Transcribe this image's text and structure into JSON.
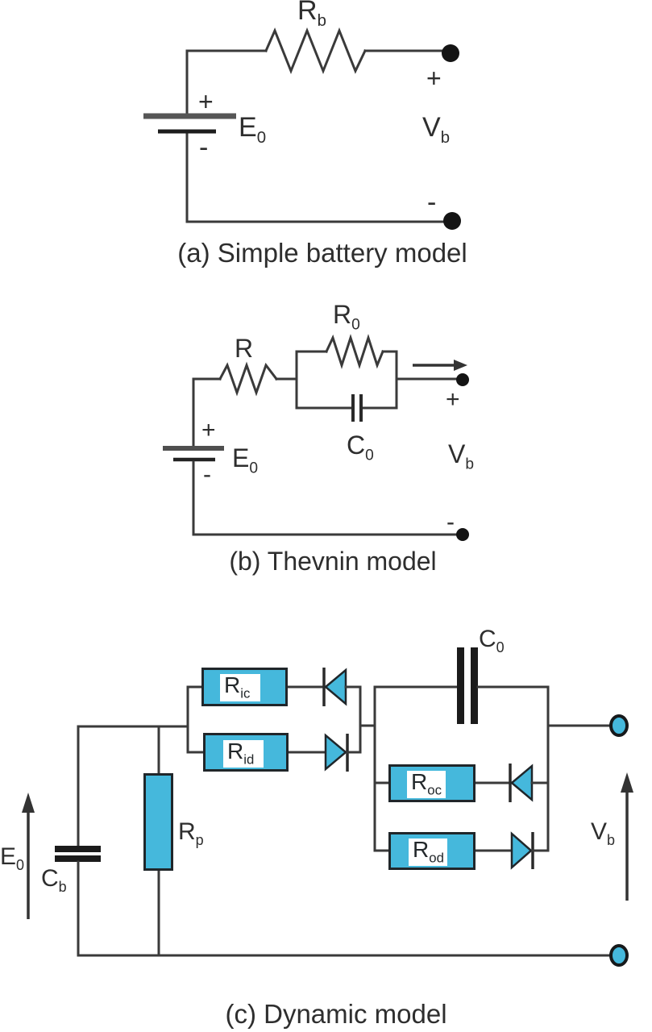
{
  "colors": {
    "background": "#ffffff",
    "line": "#3a3a3a",
    "component_fill": "#45b8dc",
    "component_border": "#20262a",
    "text": "#2e2e2e",
    "terminal_dot": "#141414"
  },
  "diagrams": {
    "a": {
      "caption": "(a) Simple battery model",
      "labels": {
        "rb": {
          "main": "R",
          "sub": "b"
        },
        "e0": {
          "main": "E",
          "sub": "0"
        },
        "vb": {
          "main": "V",
          "sub": "b"
        },
        "battery_plus": "+",
        "battery_minus": "-",
        "terminal_plus": "+",
        "terminal_minus": "-"
      }
    },
    "b": {
      "caption": "(b) Thevnin model",
      "labels": {
        "r": {
          "main": "R",
          "sub": ""
        },
        "r0": {
          "main": "R",
          "sub": "0"
        },
        "c0": {
          "main": "C",
          "sub": "0"
        },
        "e0": {
          "main": "E",
          "sub": "0"
        },
        "vb": {
          "main": "V",
          "sub": "b"
        },
        "battery_plus": "+",
        "battery_minus": "-",
        "terminal_plus": "+",
        "terminal_minus": "-"
      }
    },
    "c": {
      "caption": "(c) Dynamic model",
      "labels": {
        "e0": {
          "main": "E",
          "sub": "0"
        },
        "cb": {
          "main": "C",
          "sub": "b"
        },
        "rp": {
          "main": "R",
          "sub": "p"
        },
        "ric": {
          "main": "R",
          "sub": "ic"
        },
        "rid": {
          "main": "R",
          "sub": "id"
        },
        "roc": {
          "main": "R",
          "sub": "oc"
        },
        "rod": {
          "main": "R",
          "sub": "od"
        },
        "c0": {
          "main": "C",
          "sub": "0"
        },
        "vb": {
          "main": "V",
          "sub": "b"
        }
      }
    }
  }
}
